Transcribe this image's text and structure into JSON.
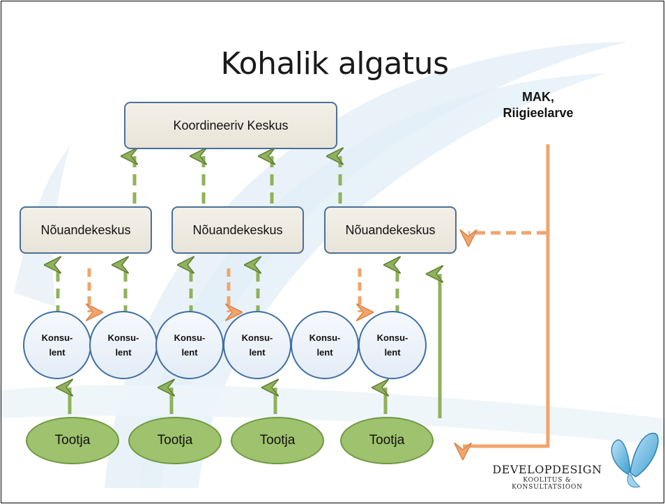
{
  "title": "Kohalik algatus",
  "top_box": "Koordineeriv Keskus",
  "advisory_centers": [
    "Nõuandekeskus",
    "Nõuandekeskus",
    "Nõuandekeskus"
  ],
  "consultants": [
    "Konsu-\nlent",
    "Konsu-\nlent",
    "Konsu-\nlent",
    "Konsu-\nlent",
    "Konsu-\nlent",
    "Konsu-\nlent"
  ],
  "producers": [
    "Tootja",
    "Tootja",
    "Tootja",
    "Tootja"
  ],
  "funding_label": "MAK,\nRiigieelarve",
  "logo": {
    "name": "DevelopDesign",
    "tagline": "Koolitus & Konsultatsioon"
  },
  "colors": {
    "green_arrow": "#8fb25a",
    "orange_arrow": "#f1a46c",
    "box_border": "#4a6f9a",
    "circle_border": "#3e6ea3",
    "ellipse_fill": "#9ec26d"
  }
}
